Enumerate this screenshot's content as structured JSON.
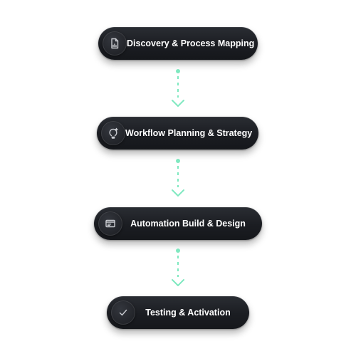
{
  "steps": [
    {
      "label": "Discovery & Process Mapping",
      "icon": "document-chart-icon"
    },
    {
      "label": "Workflow Planning & Strategy",
      "icon": "lightbulb-icon"
    },
    {
      "label": "Automation Build & Design",
      "icon": "window-icon"
    },
    {
      "label": "Testing & Activation",
      "icon": "checkmark-icon"
    }
  ],
  "colors": {
    "pill": "#1b1d22",
    "text": "#ffffff",
    "connector": "#7fe8c0"
  }
}
